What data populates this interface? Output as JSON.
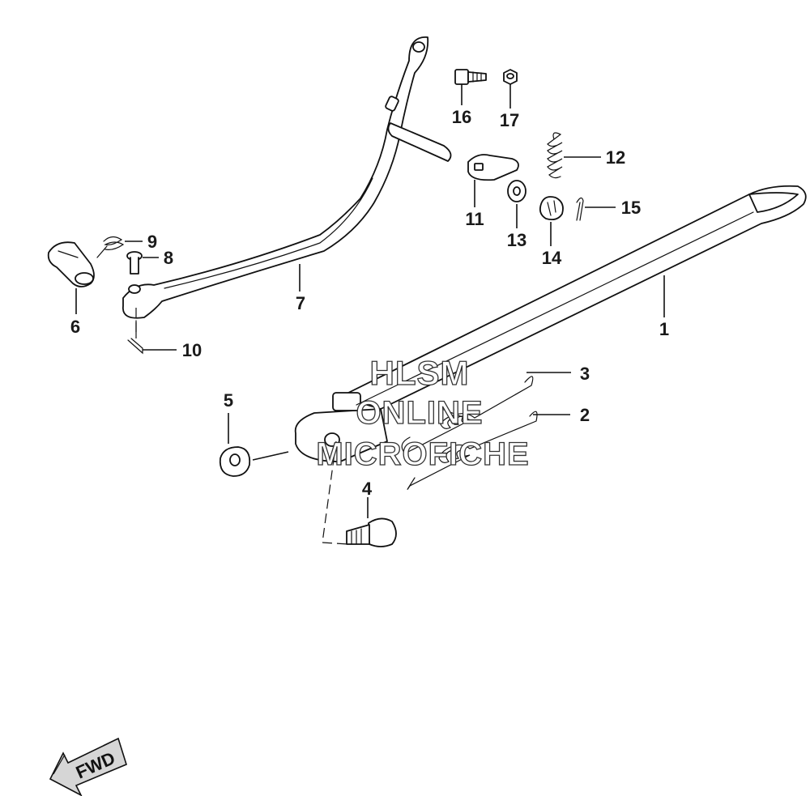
{
  "parts": [
    {
      "number": "1",
      "icon": "side-stand-icon"
    },
    {
      "number": "2",
      "icon": "spring-icon"
    },
    {
      "number": "3",
      "icon": "spring-icon"
    },
    {
      "number": "4",
      "icon": "bolt-icon"
    },
    {
      "number": "5",
      "icon": "nut-icon"
    },
    {
      "number": "6",
      "icon": "bracket-icon"
    },
    {
      "number": "7",
      "icon": "brake-pedal-icon"
    },
    {
      "number": "8",
      "icon": "pin-icon"
    },
    {
      "number": "9",
      "icon": "spring-icon"
    },
    {
      "number": "10",
      "icon": "cotter-pin-icon"
    },
    {
      "number": "11",
      "icon": "plate-icon"
    },
    {
      "number": "12",
      "icon": "spring-icon"
    },
    {
      "number": "13",
      "icon": "washer-icon"
    },
    {
      "number": "14",
      "icon": "nut-icon"
    },
    {
      "number": "15",
      "icon": "cotter-pin-icon"
    },
    {
      "number": "16",
      "icon": "bolt-icon"
    },
    {
      "number": "17",
      "icon": "nut-icon"
    }
  ],
  "watermark": {
    "line1": "HLSM",
    "line2": "ONLINE",
    "line3": "MICROFICHE"
  },
  "direction_arrow": {
    "label": "FWD",
    "icon": "forward-arrow-icon"
  }
}
